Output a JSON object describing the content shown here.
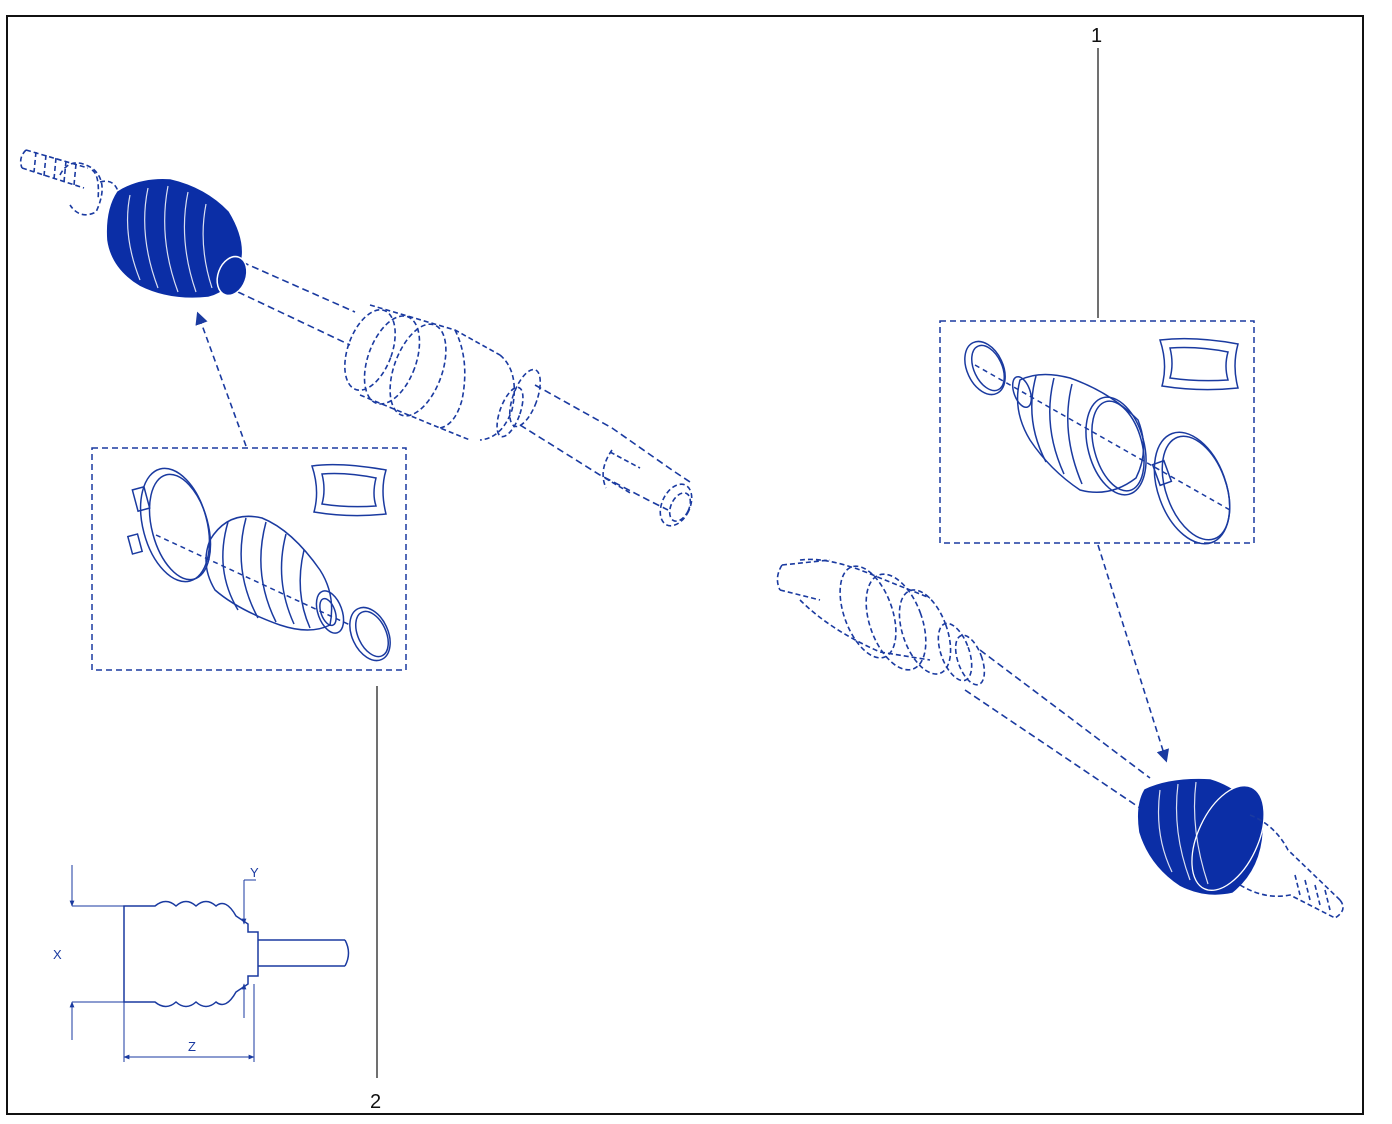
{
  "callouts": {
    "part1": "1",
    "part2": "2"
  },
  "dimensions": {
    "x_label": "X",
    "y_label": "Y",
    "z_label": "Z"
  },
  "colors": {
    "ink": "#1a3aa0",
    "fill": "#0b2ea6",
    "frame": "#111111"
  }
}
